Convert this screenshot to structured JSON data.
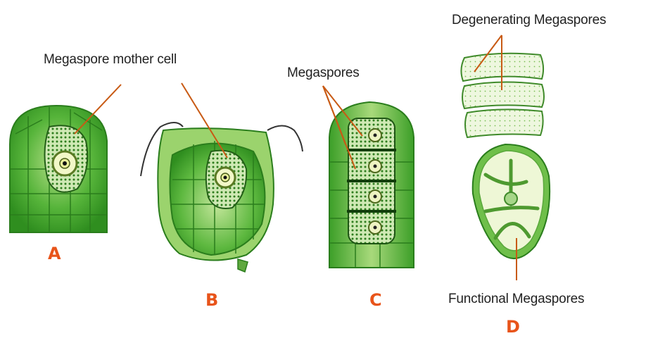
{
  "labels": {
    "megaspore_mother_cell": "Megaspore mother cell",
    "megaspores": "Megaspores",
    "degenerating_megaspores": "Degenerating Megaspores",
    "functional_megaspores": "Functional Megaspores"
  },
  "stages": [
    "A",
    "B",
    "C",
    "D"
  ],
  "colors": {
    "tissue_dark": "#2f9a22",
    "tissue_light": "#d6eeb0",
    "leader_line": "#c85a14",
    "stage_letter": "#e8541a"
  }
}
